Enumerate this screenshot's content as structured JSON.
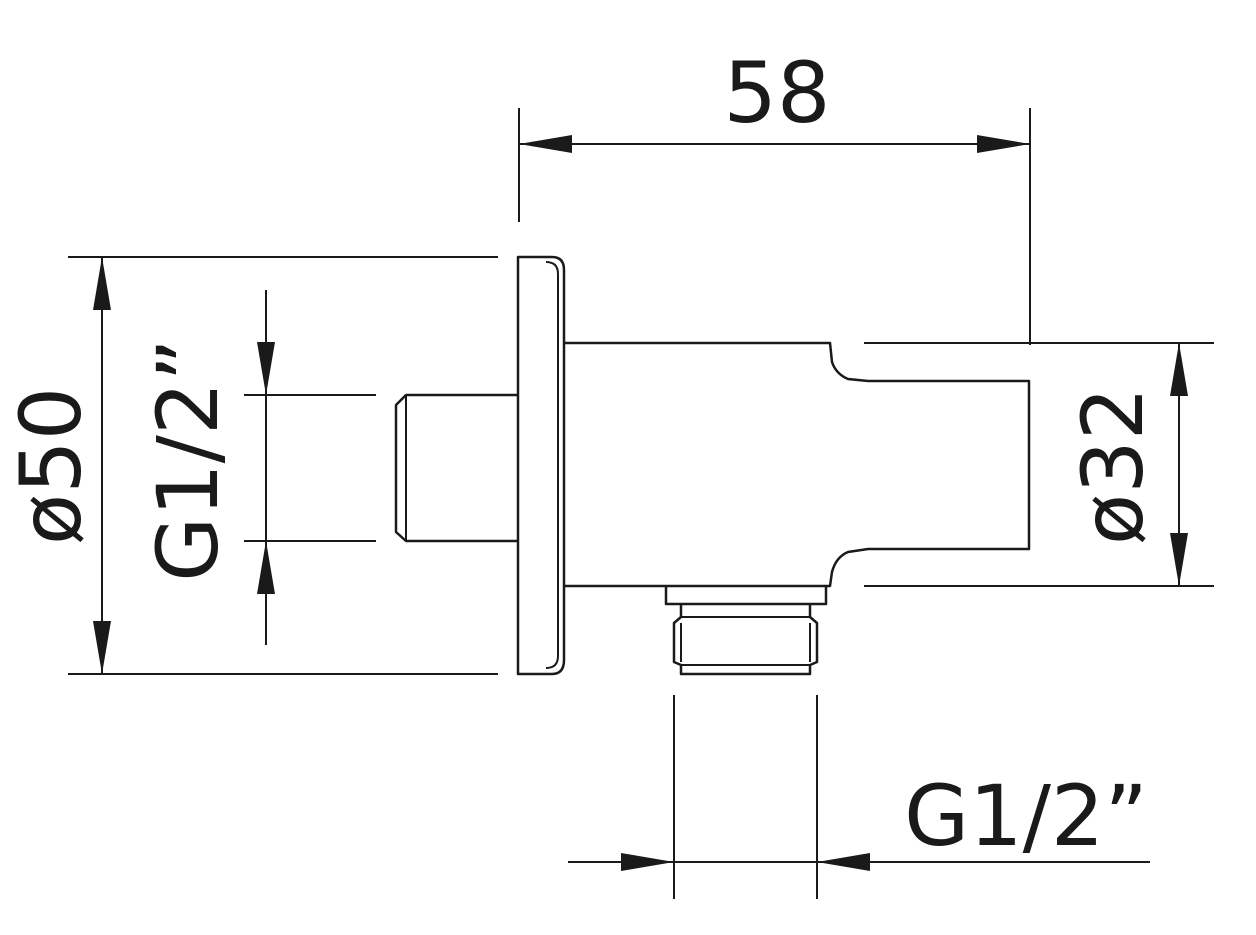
{
  "dimensions": {
    "length": "58",
    "flange_diameter": "ø50",
    "inlet_thread": "G1/2”",
    "outlet_diameter": "ø32",
    "outlet_thread": "G1/2”"
  },
  "colors": {
    "line": "#1a1a1a",
    "background": "#ffffff"
  }
}
